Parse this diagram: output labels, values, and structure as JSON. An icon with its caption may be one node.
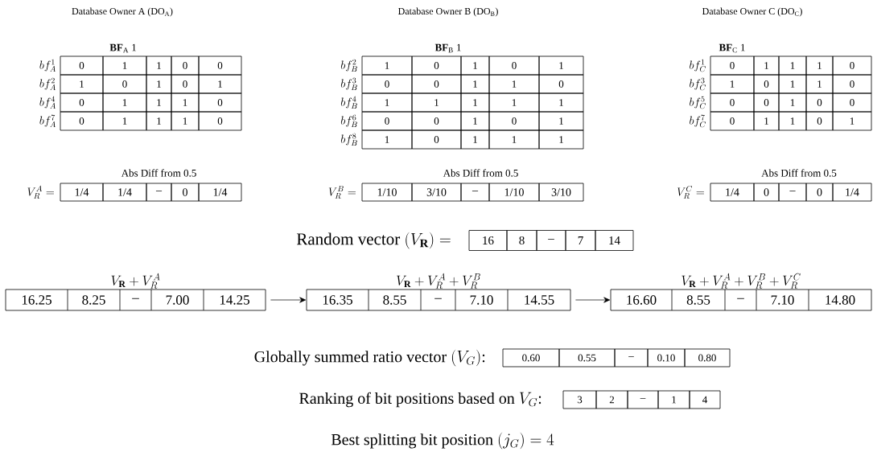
{
  "diagram": {
    "nodes": [
      {
        "text": [
          "V_{\\mathbf{R}} + V_R^A",
          "16.25",
          "8.25",
          "–",
          "7.00",
          "14.25"
        ]
      },
      {
        "text": [
          "V_{\\mathbf{R}} + V_R^A + V_R^B",
          "16.35",
          "8.55",
          "–",
          "7.10",
          "14.55"
        ]
      },
      {
        "text": [
          "V_{\\mathbf{R}} + V_R^A + V_R^B + V_R^C",
          "16.60",
          "8.55",
          "–",
          "7.10",
          "14.80"
        ]
      }
    ],
    "edges": [
      {
        "from": 0,
        "to": 1,
        "arrow": "to"
      },
      {
        "from": 1,
        "to": 2,
        "arrow": "to"
      }
    ],
    "labels": [
      "Database Owner A (DO$_{A}$)",
      "**BF**$_{A}$ 1",
      "bf_A^1",
      "0",
      "1",
      "1",
      "0",
      "0",
      "bf_A^2",
      "1",
      "0",
      "1",
      "0",
      "1",
      "bf_A^4",
      "0",
      "1",
      "1",
      "1",
      "0",
      "bf_A^7",
      "0",
      "1",
      "1",
      "1",
      "0",
      "Abs Diff from 0.5",
      "V_R^A =",
      "1/4",
      "1/4",
      "–",
      "0",
      "1/4",
      "Database Owner B (DO$_{B}$)",
      "**BF**$_{B}$ 1",
      "bf_B^2",
      "1",
      "0",
      "1",
      "0",
      "1",
      "bf_B^3",
      "0",
      "0",
      "1",
      "1",
      "0",
      "bf_B^4",
      "1",
      "1",
      "1",
      "1",
      "1",
      "bf_B^6",
      "0",
      "0",
      "1",
      "0",
      "1",
      "bf_B^8",
      "1",
      "0",
      "1",
      "1",
      "1",
      "Abs Diff from 0.5",
      "V_R^B =",
      "1/10",
      "3/10",
      "–",
      "1/10",
      "3/10",
      "Database Owner C (DO$_{C}$)",
      "**BF**$_{C}$ 1",
      "bf_C^1",
      "0",
      "1",
      "1",
      "1",
      "0",
      "bf_C^3",
      "1",
      "0",
      "1",
      "1",
      "0",
      "bf_C^5",
      "0",
      "0",
      "1",
      "0",
      "0",
      "bf_C^7",
      "0",
      "1",
      "1",
      "0",
      "1",
      "Abs Diff from 0.5",
      "V_R^C =",
      "1/4",
      "0",
      "–",
      "0",
      "1/4",
      "\\mbox{Random vector }(V_{\\mathbf{R}}) =",
      "16",
      "8",
      "–",
      "7",
      "14",
      "\\mbox{Globally summed ratio vector }(V_G)\\mbox{:}",
      "0.60",
      "0.55",
      "–",
      "0.10",
      "0.80",
      "\\mbox{Ranking of bit positions based on }V_G\\mbox{:}",
      "3",
      "2",
      "–",
      "1",
      "4",
      "\\mbox{Best splitting bit position }(j_G) = 4"
    ]
  }
}
